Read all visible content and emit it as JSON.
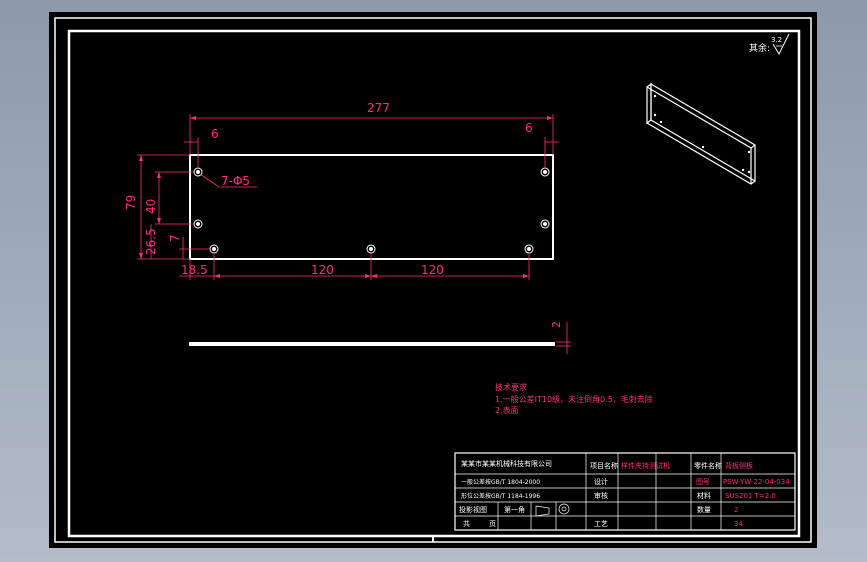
{
  "drawing": {
    "roughness_symbol": {
      "label": "其余:",
      "value": "3.2"
    },
    "plate_dimensions": {
      "overall_width": "277",
      "left_edge_offset": "6",
      "right_edge_offset": "6",
      "height": "79",
      "hole_row_height": "40",
      "lower_hole_height": "26.5",
      "bottom_hole_offset": "7",
      "bottom_left_offset": "18.5",
      "bottom_spacing_1": "120",
      "bottom_spacing_2": "120",
      "hole_callout": "7-Φ5",
      "thickness": "2"
    },
    "tech_notes": {
      "title": "技术要求",
      "line1": "1.一般公差IT10级，未注倒角0.5，毛刺去除",
      "line2": "2.表面"
    }
  },
  "title_block": {
    "company": "某某市某某机械科技有限公司",
    "standard_1": "一般公差按GB/T 1804-2000",
    "standard_2": "形位公差按GB/T 1184-1996",
    "project_name_label": "项目名称",
    "project_name_value": "样件夹持测试机",
    "part_name_label": "零件名称",
    "part_name_value": "背板侧板",
    "drawing_no_label": "图号",
    "drawing_no_value": "PSW-YW-22-04-034",
    "designer_label": "设计",
    "reviewer_label": "审核",
    "material_label": "材料",
    "material_value": "SUS201   T=2.0",
    "projection_label": "投影视图",
    "sheet_label": "第一角",
    "quantity_label": "数量",
    "quantity_value": "2",
    "total_label": "共",
    "page_label": "页",
    "process_label": "工艺",
    "unit_label": "34"
  }
}
